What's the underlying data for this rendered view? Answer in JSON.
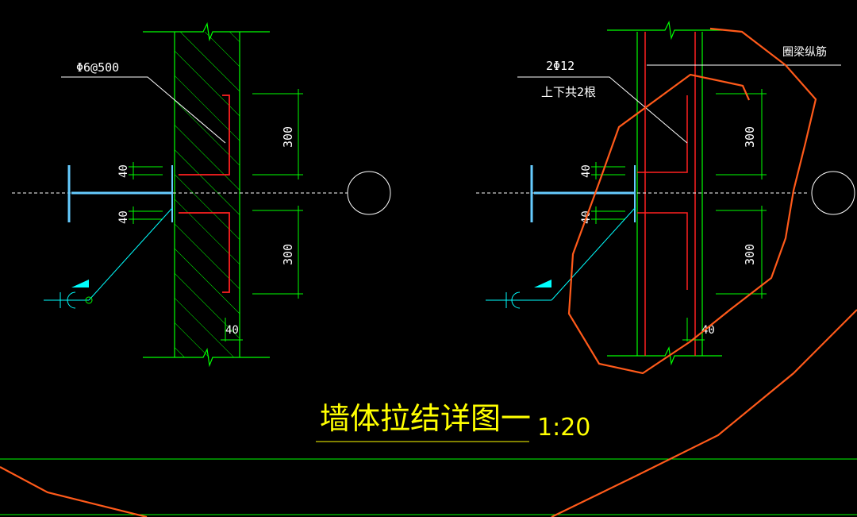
{
  "drawing": {
    "title": "墙体拉结详图一",
    "scale": "1:20"
  },
  "left_detail": {
    "rebar_label": "Φ6@500",
    "dim_top_gap": "40",
    "dim_bottom_gap": "40",
    "dim_top_length": "300",
    "dim_bottom_length": "300",
    "dim_bottom_edge": "40"
  },
  "right_detail": {
    "rebar_label_top": "2Φ12",
    "rebar_label_bottom": "上下共2根",
    "beam_label": "圈梁纵筋",
    "dim_top_gap": "40",
    "dim_bottom_gap": "40",
    "dim_top_length": "300",
    "dim_bottom_length": "300",
    "dim_bottom_edge": "40"
  },
  "colors": {
    "background": "#000000",
    "wall_lines": "#00ff00",
    "rebar": "#ff2020",
    "column_steel": "#00ffff",
    "steel_bar": "#66ccff",
    "annotation_text": "#ffffff",
    "title_text": "#ffff00",
    "markup": "#ff5a1a",
    "axis": "#ffffff"
  }
}
